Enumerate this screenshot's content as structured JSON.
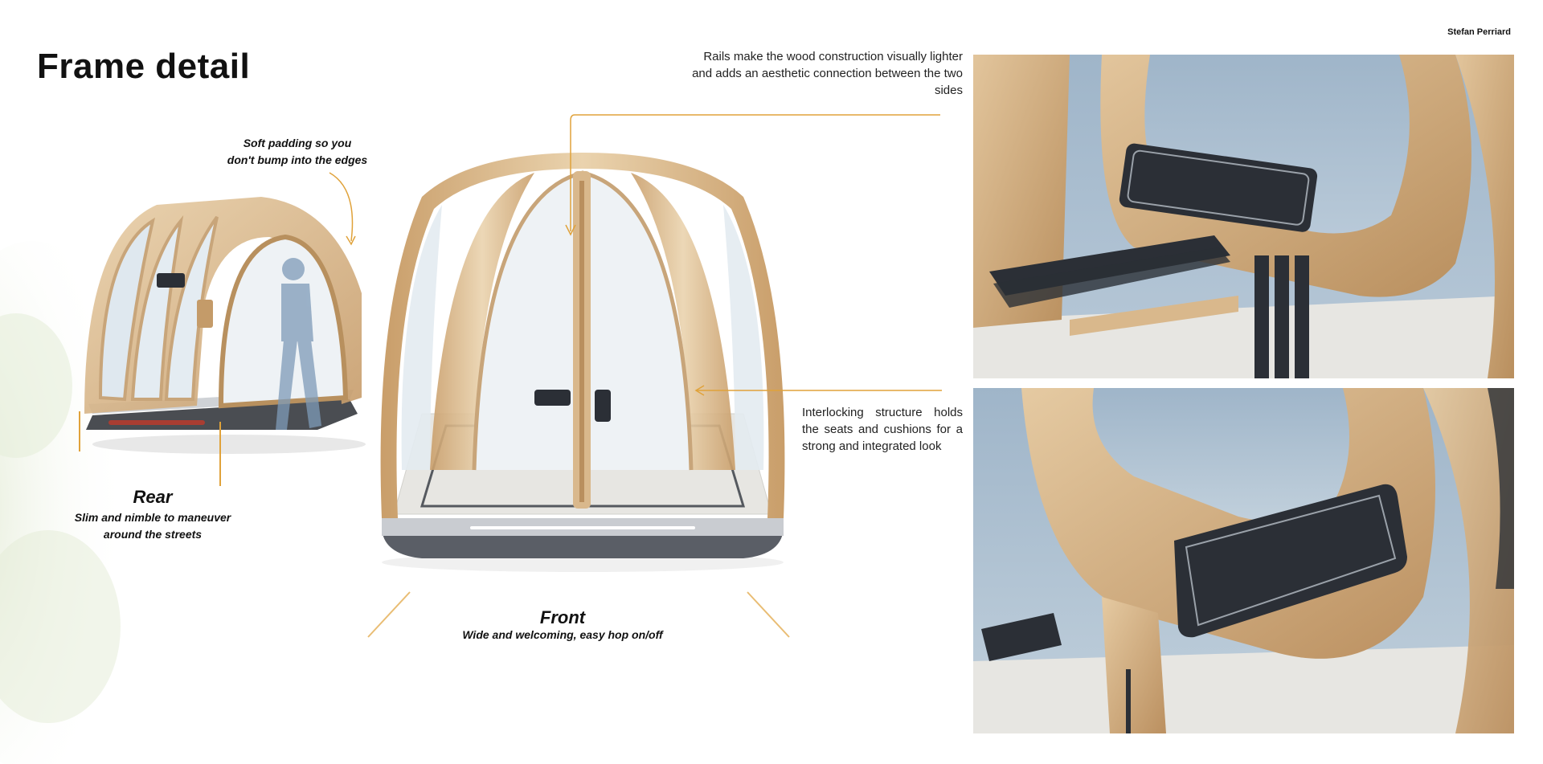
{
  "header": {
    "title": "Frame detail",
    "author": "Stefan Perriard"
  },
  "annotations": {
    "rails": "Rails make the wood construction visually lighter and adds an aesthetic connection between the two sides",
    "interlocking": "Interlocking structure holds the seats and cushions for a strong and integrated look",
    "soft_padding_line1": "Soft padding so you",
    "soft_padding_line2": "don't bump into the edges"
  },
  "views": {
    "rear": {
      "title": "Rear",
      "subtitle_line1": "Slim and nimble to maneuver",
      "subtitle_line2": "around the streets"
    },
    "front": {
      "title": "Front",
      "subtitle": "Wide and welcoming, easy hop on/off"
    }
  },
  "colors": {
    "accent_orange": "#e0a23a",
    "wood": "#d9b88c",
    "wood_dark": "#b98f5e",
    "cushion": "#2b2f36",
    "sky": "#a9bfd3",
    "floor": "#e7e6e2"
  }
}
